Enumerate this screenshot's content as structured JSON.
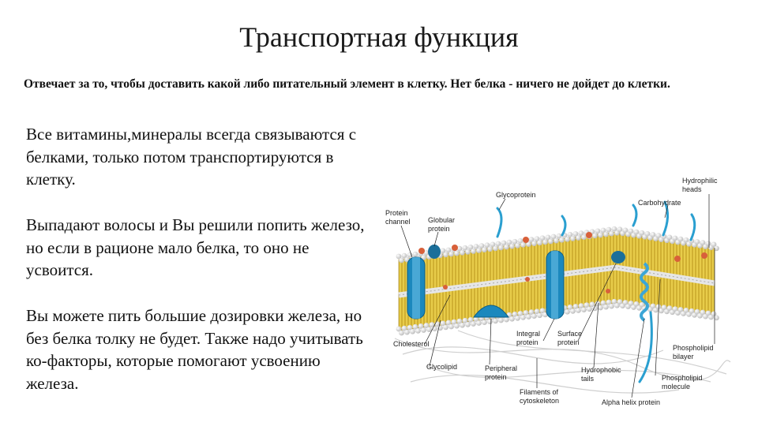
{
  "slide": {
    "title": "Транспортная функция",
    "subtitle": "Отвечает за то, чтобы доставить какой либо питательный элемент в клетку.  Нет белка - ничего не дойдет до клетки.",
    "paragraphs": [
      "Все витамины,минералы  всегда связываются с белками, только потом транспортируются в клетку.",
      "Выпадают волосы и Вы решили попить железо, но если в рационе мало белка, то оно не усвоится.",
      "Вы можете пить большие дозировки железа, но без белка толку не будет. Также надо учитывать ко-факторы, которые помогают усвоению железа."
    ]
  },
  "diagram": {
    "labels": {
      "protein_channel": [
        "Protein",
        "channel"
      ],
      "globular_protein": [
        "Globular",
        "protein"
      ],
      "glycoprotein": "Glycoprotein",
      "carbohydrate": "Carbohydrate",
      "hydrophilic_heads": [
        "Hydrophilic",
        "heads"
      ],
      "cholesterol": "Cholesterol",
      "integral_protein": [
        "Integral",
        "protein"
      ],
      "surface_protein": [
        "Surface",
        "protein"
      ],
      "phospholipid_bilayer": [
        "Phospholipid",
        "bilayer"
      ],
      "glycolipid": "Glycolipid",
      "peripheral_protein": [
        "Peripheral",
        "protein"
      ],
      "hydrophobic_tails": [
        "Hydrophobic",
        "tails"
      ],
      "phospholipid_molecule": [
        "Phospholipid",
        "molecule"
      ],
      "filaments": [
        "Filaments of",
        "cytoskeleton"
      ],
      "alpha_helix": "Alpha helix protein"
    },
    "colors": {
      "heads": "#e6e6e6",
      "tails": "#d9b82a",
      "protein": "#1a7fb0",
      "glycolipid": "#d8603a",
      "filament": "#c8c8c8"
    }
  }
}
